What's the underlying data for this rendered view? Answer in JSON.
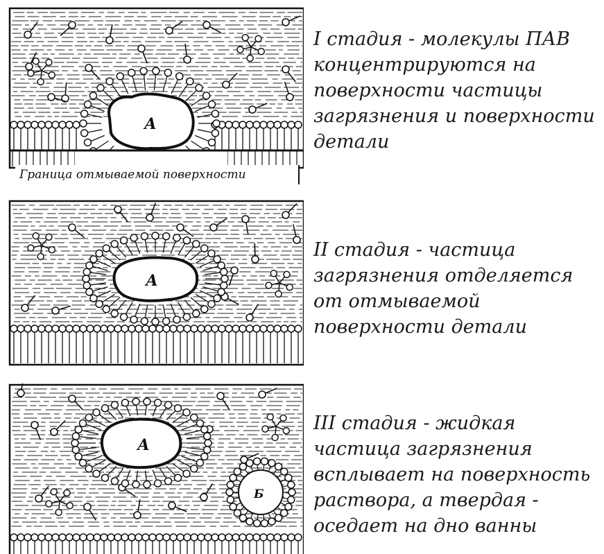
{
  "stages": [
    {
      "caption": "I стадия - молекулы ПАВ концентрируются на поверхности частицы загрязнения и поверхности детали",
      "particle_label": "А"
    },
    {
      "caption": "II стадия - частица загрязнения отделяется от отмываемой поверхности детали",
      "particle_label": "А"
    },
    {
      "caption": "III стадия - жидкая частица загрязнения всплывает на поверхность раствора, а твердая - оседает на дно ванны",
      "particle_label": "А",
      "solid_particle_label": "Б"
    }
  ],
  "surface_label": "Граница отмываемой поверхности"
}
